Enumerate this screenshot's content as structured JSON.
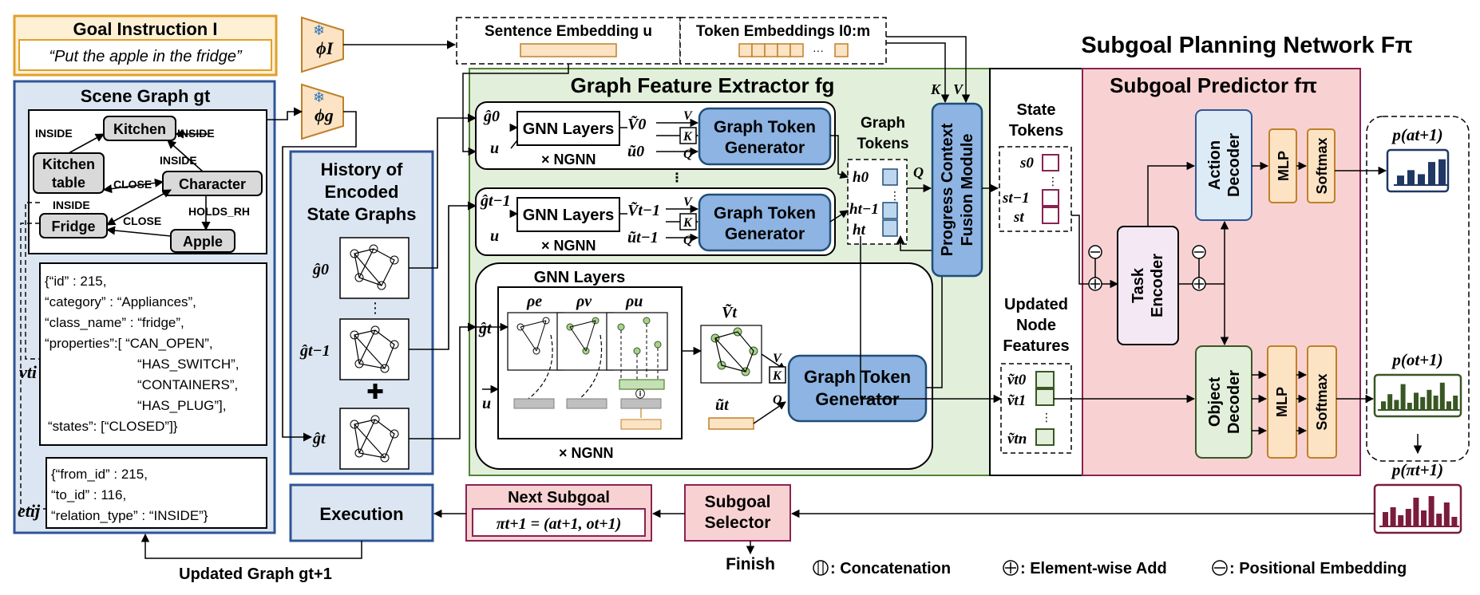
{
  "goal": {
    "title": "Goal Instruction I",
    "instruction": "“Put the apple in the fridge”"
  },
  "encoders": {
    "phi_i": "ϕI",
    "phi_g": "ϕg",
    "freeze_icon": "snowflake-icon"
  },
  "embeddings": {
    "sentence": "Sentence Embedding u",
    "tokens": "Token Embeddings l0:m",
    "ellipsis": "···"
  },
  "network_title": "Subgoal Planning Network Fπ",
  "scene_graph": {
    "title": "Scene Graph gt",
    "nodes": [
      "Kitchen",
      "Kitchen table",
      "Character",
      "Fridge",
      "Apple"
    ],
    "edges": [
      "INSIDE",
      "INSIDE",
      "INSIDE",
      "CLOSE",
      "HOLDS_RH",
      "INSIDE",
      "CLOSE"
    ],
    "node_label": "vti",
    "edge_label": "etij",
    "node_json": [
      "{“id” : 215,",
      "“category” : “Appliances”,",
      "“class_name” : “fridge”,",
      "“properties”:[ “CAN_OPEN”,",
      "“HAS_SWITCH”,",
      "“CONTAINERS”,",
      "“HAS_PLUG”],",
      "“states”: [“CLOSED”]}"
    ],
    "edge_json": [
      "{“from_id” : 215,",
      "“to_id” : 116,",
      "“relation_type” : “INSIDE”}"
    ]
  },
  "history": {
    "title": [
      "History of",
      "Encoded",
      "State Graphs"
    ],
    "labels": [
      "ĝ0",
      "ĝt−1",
      "ĝt"
    ],
    "ellipsis": "⋮",
    "plus": "✚"
  },
  "extractor": {
    "title": "Graph Feature Extractor fg",
    "gnn_layers": "GNN Layers",
    "token_gen": "Graph Token Generator",
    "times_n": "× NGNN",
    "graph_tokens": "Graph Tokens",
    "rows": [
      {
        "g": "ĝ0",
        "v": "Ṽ0",
        "u": "ũ0",
        "h": "h0"
      },
      {
        "g": "ĝt−1",
        "v": "Ṽt−1",
        "u": "ũt−1",
        "h": "ht−1"
      }
    ],
    "u_in": "u",
    "kvq": [
      "V",
      "K",
      "Q"
    ],
    "detail": {
      "rho": [
        "ρe",
        "ρv",
        "ρu"
      ],
      "g_in": "ĝt",
      "u_in": "u",
      "v_out": "Ṽt",
      "u_out": "ũt",
      "concat": "ⓘ",
      "ht": "ht"
    }
  },
  "fusion": {
    "title": "Progress Context Fusion Module",
    "k": "K",
    "v": "V",
    "q": "Q"
  },
  "state_tokens": {
    "title": [
      "State",
      "Tokens"
    ],
    "items": [
      "s0",
      "st−1",
      "st"
    ]
  },
  "updated_nodes": {
    "title": [
      "Updated",
      "Node",
      "Features"
    ],
    "items": [
      "ṽt0",
      "ṽt1",
      "ṽtn"
    ]
  },
  "predictor": {
    "title": "Subgoal Predictor fπ",
    "task_encoder": "Task Encoder",
    "action_decoder": "Action Decoder",
    "object_decoder": "Object Decoder",
    "mlp": "MLP",
    "softmax": "Softmax",
    "p_action": "p(at+1)",
    "p_object": "p(ot+1)",
    "p_subgoal": "p(πt+1)",
    "action_bars": [
      0.35,
      0.55,
      0.4,
      0.85,
      0.95
    ],
    "object_bars": [
      0.3,
      0.55,
      0.35,
      0.9,
      0.25,
      0.6,
      0.45,
      0.7,
      0.5,
      0.95,
      0.3,
      0.5
    ],
    "subgoal_bars": [
      0.45,
      0.6,
      0.35,
      0.55,
      0.9,
      0.5,
      0.95,
      0.4,
      0.75,
      0.3
    ]
  },
  "bottom": {
    "next_subgoal_title": "Next Subgoal",
    "next_subgoal_formula": "πt+1 = (at+1, ot+1)",
    "selector": [
      "Subgoal",
      "Selector"
    ],
    "finish": "Finish",
    "execution": "Execution",
    "updated_graph": "Updated Graph gt+1",
    "legend_concat": ": Concatenation",
    "legend_add": ": Element-wise Add",
    "legend_pos": ": Positional Embedding"
  },
  "colors": {
    "goal_fill": "#fdf0d5",
    "goal_border": "#e0a02a",
    "scene_fill": "#dce6f2",
    "scene_border": "#2f5597",
    "green_fill": "#e2efda",
    "green_border": "#548235",
    "pink_fill": "#f8d2d3",
    "pink_border": "#8b2252",
    "blue_box": "#8db4e2",
    "blue_box_border": "#1f4e79",
    "orange_box": "#fbe3c4",
    "orange_border": "#c08028",
    "light_blue": "#ddebf7",
    "light_green": "#e2efda",
    "bar_blue": "#1f3864",
    "bar_green": "#385723",
    "bar_maroon": "#7b1c3c",
    "task_fill": "#f4e8f4"
  }
}
